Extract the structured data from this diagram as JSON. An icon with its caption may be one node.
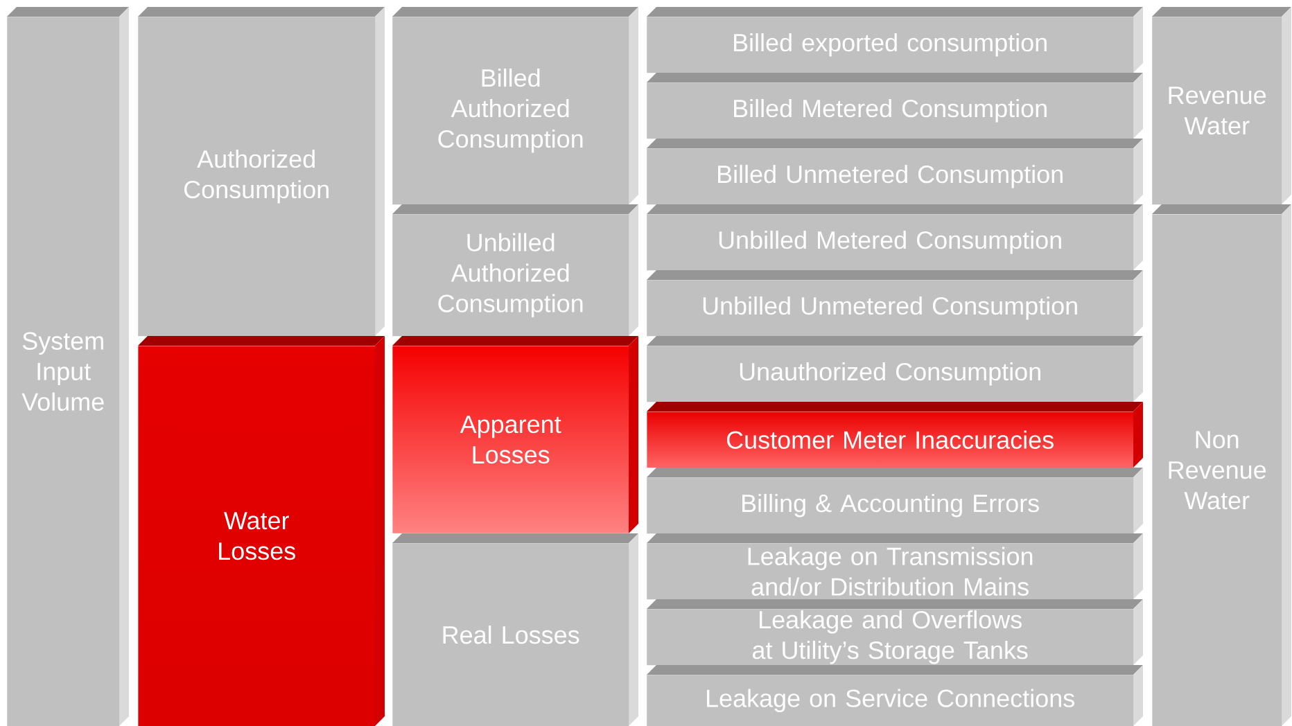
{
  "diagram": {
    "nodes": [
      {
        "text": [
          "System Input Volume"
        ]
      },
      {
        "text": [
          "Authorized Consumption"
        ]
      },
      {
        "text": [
          "Water Losses"
        ]
      },
      {
        "text": [
          "Billed Authorized Consumption"
        ]
      },
      {
        "text": [
          "Unbilled Authorized Consumption"
        ]
      },
      {
        "text": [
          "Apparent Losses"
        ]
      },
      {
        "text": [
          "Real Losses"
        ]
      },
      {
        "text": [
          "Billed exported consumption"
        ]
      },
      {
        "text": [
          "Billed Metered Consumption"
        ]
      },
      {
        "text": [
          "Billed Unmetered Consumption"
        ]
      },
      {
        "text": [
          "Unbilled Metered Consumption"
        ]
      },
      {
        "text": [
          "Unbilled Unmetered Consumption"
        ]
      },
      {
        "text": [
          "Unauthorized Consumption"
        ]
      },
      {
        "text": [
          "Customer Meter Inaccuracies"
        ]
      },
      {
        "text": [
          "Billing & Accounting Errors"
        ]
      },
      {
        "text": [
          "Leakage on Transmission and/or Distribution Mains"
        ]
      },
      {
        "text": [
          "Leakage and Overflows at Utility’s Storage Tanks"
        ]
      },
      {
        "text": [
          "Leakage on Service Connections"
        ]
      },
      {
        "text": [
          "Revenue Water"
        ]
      },
      {
        "text": [
          "Non Revenue Water"
        ]
      }
    ]
  }
}
